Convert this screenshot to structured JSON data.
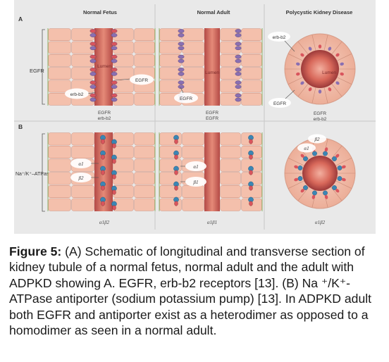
{
  "figure": {
    "panel_a_letter": "A",
    "panel_b_letter": "B",
    "col_titles": [
      "Normal Fetus",
      "Normal Adult",
      "Polycystic Kidney Disease"
    ],
    "row_a_label": "EGFR",
    "row_b_label": "Na⁺/K⁺–ATPase",
    "lumen_label": "Lumen",
    "fetus_a": {
      "egfr_callout": "EGFR",
      "erbb2_callout": "erb-b2",
      "bottom_line1": "EGFR",
      "bottom_line2": "erb-b2"
    },
    "adult_a": {
      "egfr_callout": "EGFR",
      "bottom_line1": "EGFR",
      "bottom_line2": "EGFR"
    },
    "pkd_a": {
      "erbb2_callout": "erb-b2",
      "egfr_callout": "EGFR",
      "bottom_line1": "EGFR",
      "bottom_line2": "erb-b2"
    },
    "fetus_b": {
      "alpha_callout": "α1",
      "beta_callout": "β2",
      "bottom": "α1β2"
    },
    "adult_b": {
      "alpha_callout": "α1",
      "beta_callout": "β1",
      "bottom": "α1β1"
    },
    "pkd_b": {
      "beta_callout": "β2",
      "alpha_callout": "α1",
      "bottom": "α1β2"
    }
  },
  "caption": {
    "label": "Figure 5:",
    "text": " (A) Schematic of longitudinal and transverse section of kidney tubule of a normal fetus, normal adult and the adult with ADPKD showing A. EGFR, erb-b2 receptors [13]. (B) Na ⁺/K⁺-ATPase antiporter (sodium potassium pump) [13]. In ADPKD adult both EGFR and antiporter exist as a heterodimer as opposed to a homodimer as seen in a normal adult."
  },
  "colors": {
    "panel_bg": "#e9e9e9",
    "cell": "#f4c0ac",
    "lumen": "#d05a4a",
    "egfr": "#8a6fb2",
    "erbb2": "#d9555d",
    "alpha": "#3b86b4",
    "beta": "#d9555d"
  }
}
